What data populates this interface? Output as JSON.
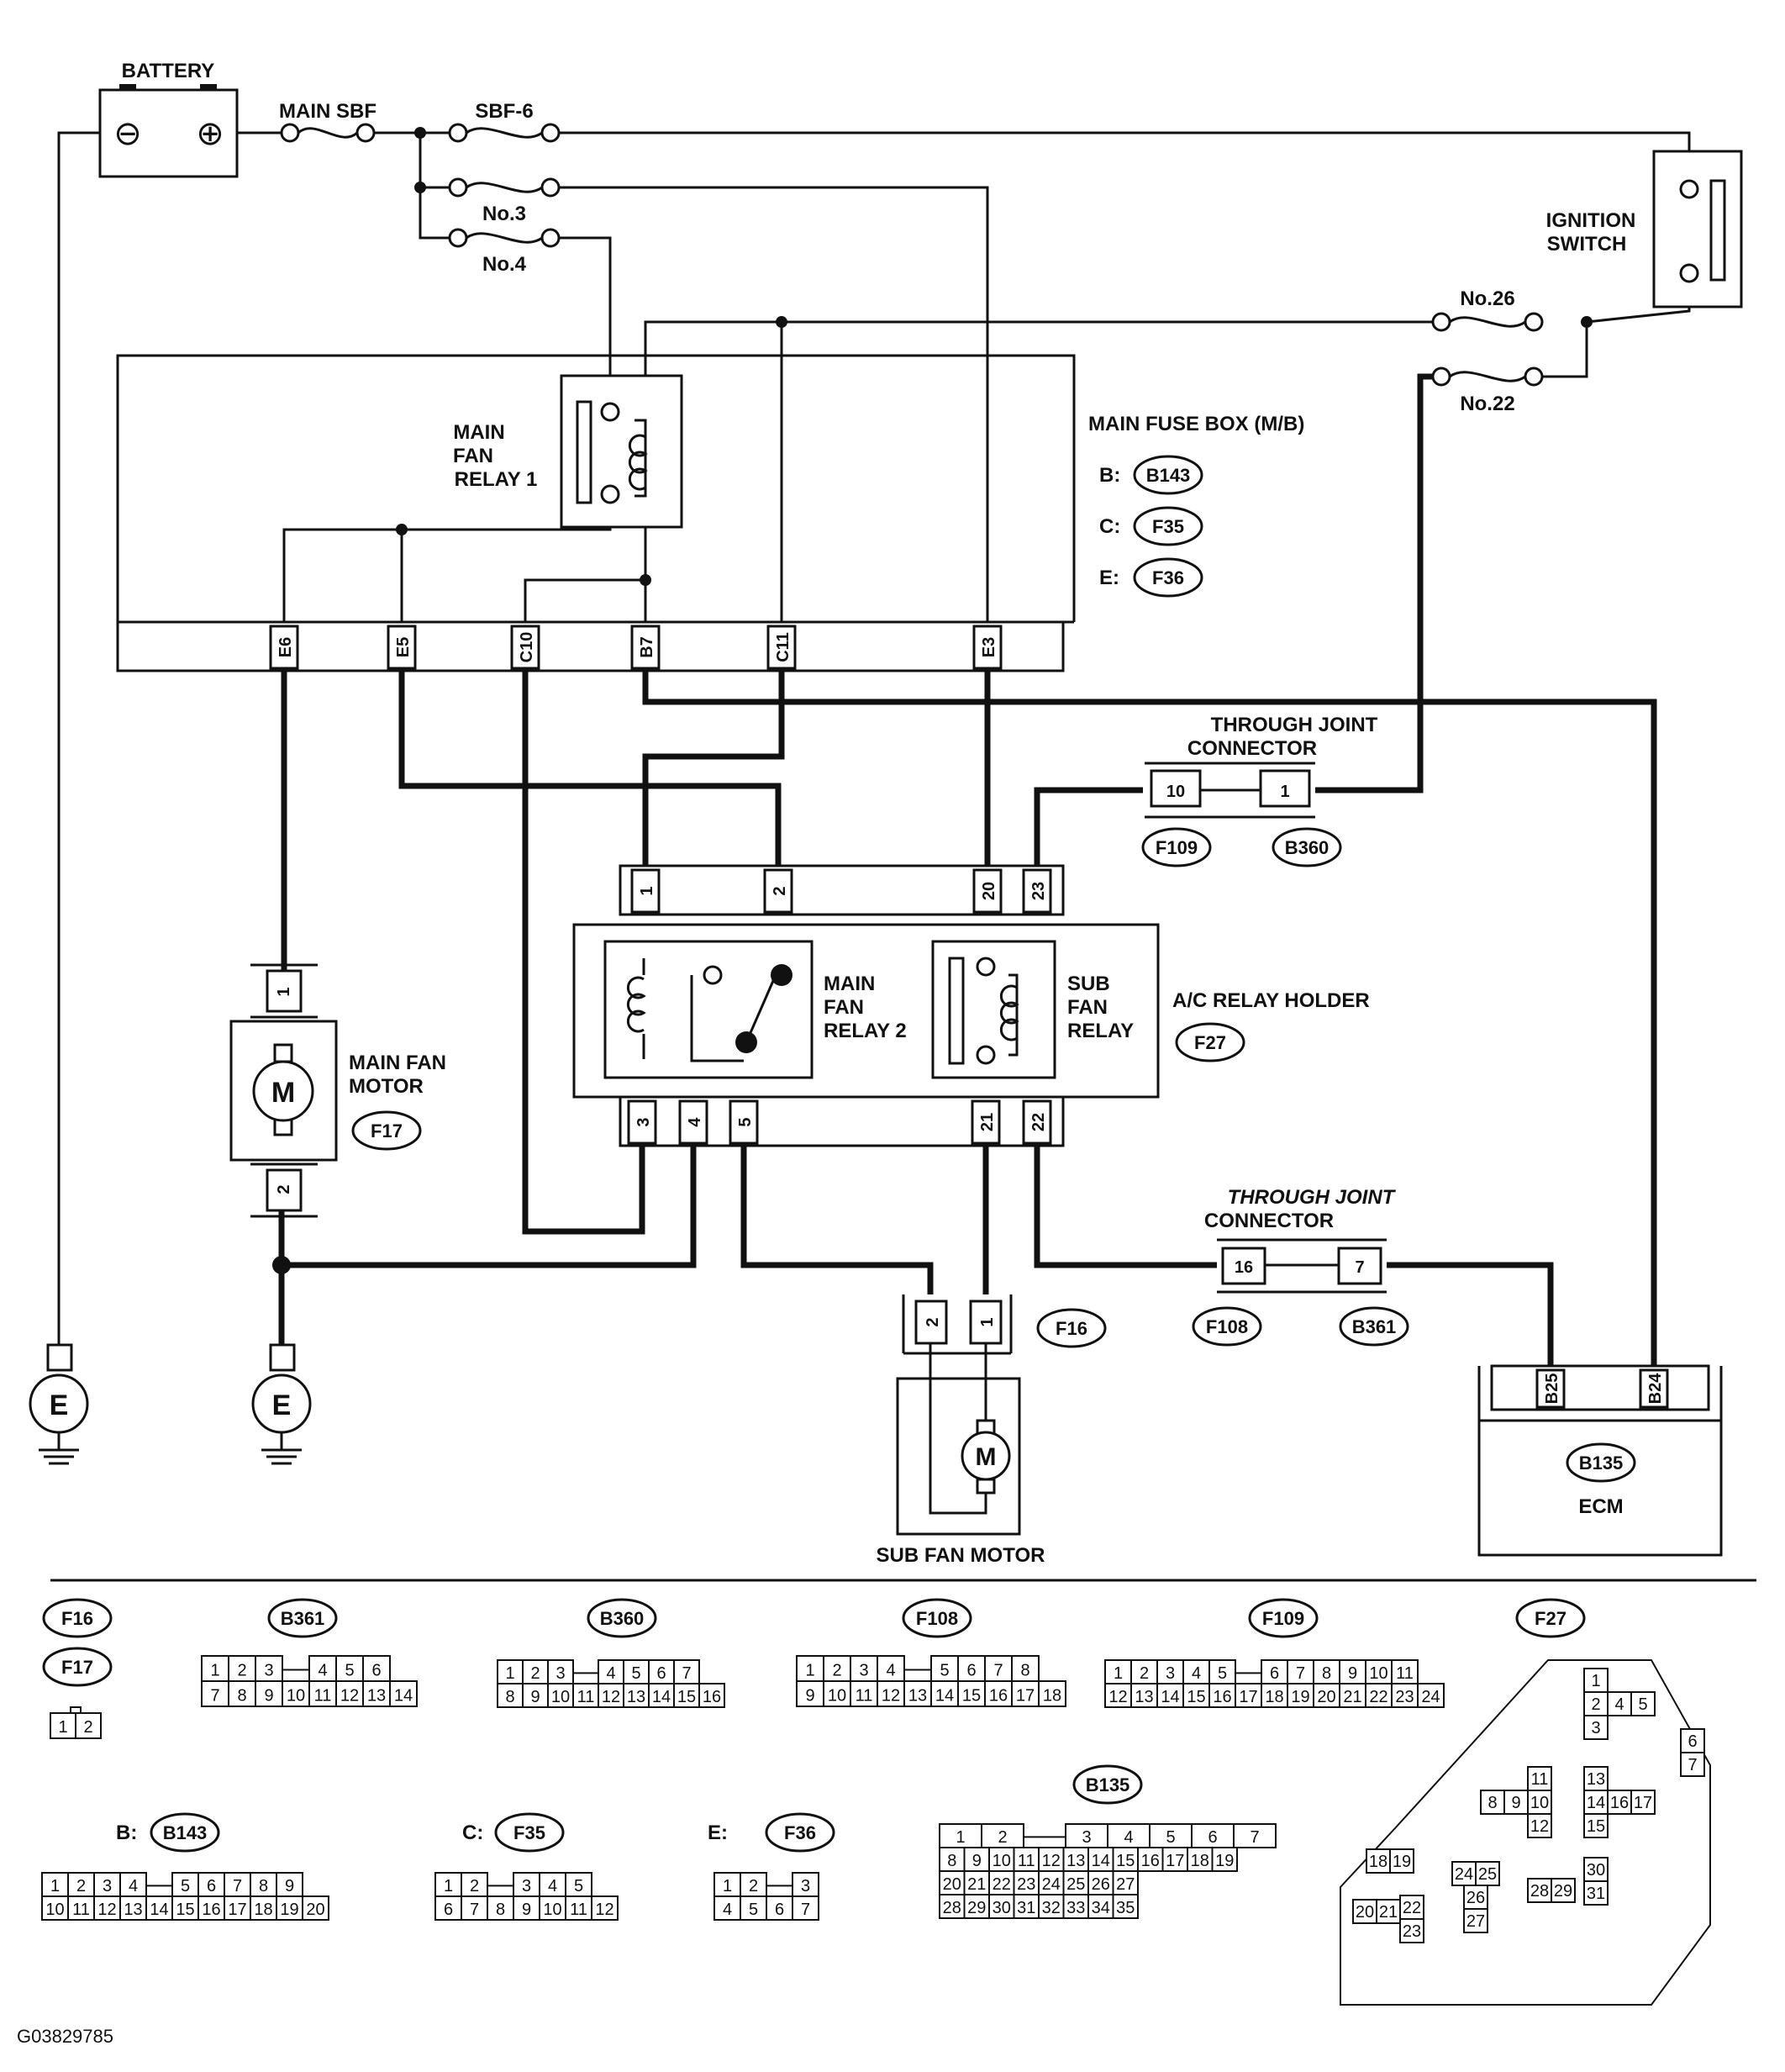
{
  "labels": {
    "battery": "BATTERY",
    "main_sbf": "MAIN SBF",
    "sbf6": "SBF-6",
    "fuse_no3": "No.3",
    "fuse_no4": "No.4",
    "ignition_switch_1": "IGNITION",
    "ignition_switch_2": "SWITCH",
    "fuse_no26": "No.26",
    "fuse_no22": "No.22",
    "main_fan_relay1_1": "MAIN",
    "main_fan_relay1_2": "FAN",
    "main_fan_relay1_3": "RELAY 1",
    "main_fuse_box": "MAIN FUSE BOX (M/B)",
    "mb_b": "B:",
    "mb_c": "C:",
    "mb_e": "E:",
    "through_joint_1a": "THROUGH JOINT",
    "through_joint_1b": "CONNECTOR",
    "through_joint_2a": "THROUGH JOINT",
    "through_joint_2b": "CONNECTOR",
    "main_fan_relay2_1": "MAIN",
    "main_fan_relay2_2": "FAN",
    "main_fan_relay2_3": "RELAY 2",
    "sub_fan_relay_1": "SUB",
    "sub_fan_relay_2": "FAN",
    "sub_fan_relay_3": "RELAY",
    "ac_relay_holder": "A/C RELAY HOLDER",
    "main_fan_motor_1": "MAIN FAN",
    "main_fan_motor_2": "MOTOR",
    "sub_fan_motor": "SUB FAN MOTOR",
    "ecm": "ECM",
    "motor_symbol": "M",
    "ground_symbol": "E",
    "battery_minus": "⊖",
    "battery_plus": "⊕",
    "figure_id": "G03829785",
    "legend_b": "B:",
    "legend_c": "C:",
    "legend_e": "E:"
  },
  "connector_ids": {
    "b143": "B143",
    "f35": "F35",
    "f36": "F36",
    "f109": "F109",
    "b360": "B360",
    "f27": "F27",
    "f17": "F17",
    "f16": "F16",
    "f108": "F108",
    "b361": "B361",
    "b135": "B135"
  },
  "mb_pins": [
    "E6",
    "E5",
    "C10",
    "B7",
    "C11",
    "E3"
  ],
  "relay_top_pins": [
    "1",
    "2",
    "20",
    "23"
  ],
  "relay_bottom_pins": [
    "3",
    "4",
    "5",
    "21",
    "22"
  ],
  "motor_pins": {
    "main_top": "1",
    "main_bottom": "2",
    "sub_left": "2",
    "sub_right": "1"
  },
  "joint_pins": {
    "j1_left": "10",
    "j1_right": "1",
    "j2_left": "16",
    "j2_right": "7"
  },
  "ecm_pins": [
    "B25",
    "B24"
  ],
  "legend": {
    "f16": "F16",
    "f17": "F17",
    "b361": "B361",
    "b360": "B360",
    "f108": "F108",
    "f109": "F109",
    "f27": "F27",
    "b143": "B143",
    "f35": "F35",
    "f36": "F36",
    "b135": "B135",
    "f16_pins": [
      "1",
      "2"
    ],
    "b361_top": [
      "1",
      "2",
      "3",
      "",
      "4",
      "5",
      "6"
    ],
    "b361_bottom": [
      "7",
      "8",
      "9",
      "10",
      "11",
      "12",
      "13",
      "14"
    ],
    "b360_top": [
      "1",
      "2",
      "3",
      "",
      "4",
      "5",
      "6",
      "7"
    ],
    "b360_bottom": [
      "8",
      "9",
      "10",
      "11",
      "12",
      "13",
      "14",
      "15",
      "16"
    ],
    "f108_top": [
      "1",
      "2",
      "3",
      "4",
      "",
      "5",
      "6",
      "7",
      "8"
    ],
    "f108_bottom": [
      "9",
      "10",
      "11",
      "12",
      "13",
      "14",
      "15",
      "16",
      "17",
      "18"
    ],
    "f109_top": [
      "1",
      "2",
      "3",
      "4",
      "5",
      "",
      "6",
      "7",
      "8",
      "9",
      "10",
      "11"
    ],
    "f109_bottom": [
      "12",
      "13",
      "14",
      "15",
      "16",
      "17",
      "18",
      "19",
      "20",
      "21",
      "22",
      "23",
      "24"
    ],
    "b143_top": [
      "1",
      "2",
      "3",
      "4",
      "",
      "5",
      "6",
      "7",
      "8",
      "9"
    ],
    "b143_bottom": [
      "10",
      "11",
      "12",
      "13",
      "14",
      "15",
      "16",
      "17",
      "18",
      "19",
      "20"
    ],
    "f35_top": [
      "1",
      "2",
      "",
      "3",
      "4",
      "5"
    ],
    "f35_bottom": [
      "6",
      "7",
      "8",
      "9",
      "10",
      "11",
      "12"
    ],
    "f36_top": [
      "1",
      "2",
      "",
      "3"
    ],
    "f36_bottom": [
      "4",
      "5",
      "6",
      "7"
    ],
    "b135_row1": [
      "1",
      "2",
      "",
      "3",
      "4",
      "5",
      "6",
      "7"
    ],
    "b135_row2": [
      "8",
      "9",
      "10",
      "11",
      "12",
      "13",
      "14",
      "15",
      "16",
      "17",
      "18",
      "19"
    ],
    "b135_row3": [
      "20",
      "21",
      "22",
      "23",
      "24",
      "25",
      "26",
      "27"
    ],
    "b135_row4": [
      "28",
      "29",
      "30",
      "31",
      "32",
      "33",
      "34",
      "35"
    ],
    "f27_cells": [
      "1",
      "2",
      "3",
      "4",
      "5",
      "6",
      "7",
      "8",
      "9",
      "10",
      "11",
      "12",
      "13",
      "14",
      "15",
      "16",
      "17",
      "18",
      "19",
      "20",
      "21",
      "22",
      "23",
      "24",
      "25",
      "26",
      "27",
      "28",
      "29",
      "30",
      "31"
    ]
  }
}
